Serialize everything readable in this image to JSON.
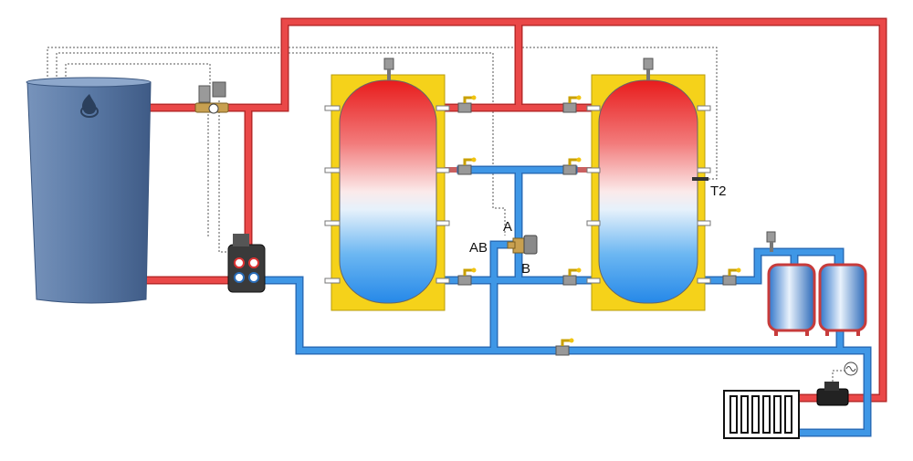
{
  "labels": {
    "port_a": "A",
    "port_ab": "AB",
    "port_b": "B",
    "sensor_t2": "T2"
  },
  "colors": {
    "hot_pipe": "#ea4848",
    "hot_pipe_edge": "#b82a2a",
    "cold_pipe": "#3f97e6",
    "cold_pipe_edge": "#2a6db8",
    "boiler_body": "#5b7aa6",
    "tank_jacket": "#f5d21a",
    "valve_handle": "#f1c40f",
    "sensor_line": "#555555"
  },
  "components": {
    "boiler": "solid-fuel-boiler",
    "buffer_tanks": [
      "buffer-tank-left",
      "buffer-tank-right"
    ],
    "mixing_valve": "three-way-mixing-valve",
    "pump_group": "boiler-pump-group",
    "expansion_vessels": [
      "expansion-vessel-1",
      "expansion-vessel-2"
    ],
    "radiator": "radiator",
    "circulation_pump": "heating-circuit-pump"
  }
}
